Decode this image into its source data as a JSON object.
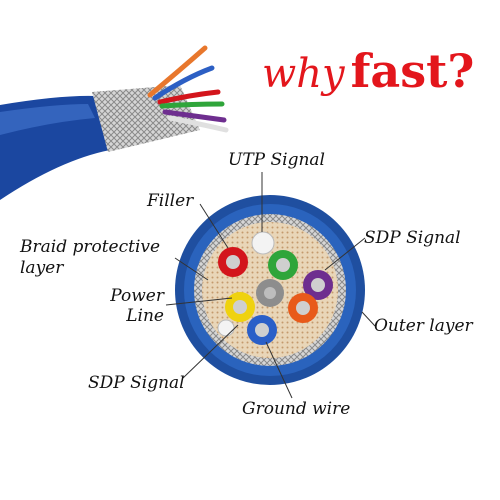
{
  "headline": {
    "part1": "why",
    "part2": "fast?"
  },
  "labels": {
    "utp_signal": "UTP Signal",
    "filler": "Filler",
    "sdp_signal_right": "SDP Signal",
    "braid_line1": "Braid protective",
    "braid_line2": "layer",
    "power_line1": "Power",
    "power_line2": "Line",
    "outer_layer": "Outer layer",
    "sdp_signal_left": "SDP Signal",
    "ground_wire": "Ground wire"
  },
  "colors": {
    "headline": "#e3161c",
    "jacket": "#1f4fa0",
    "braid": "#c9c9c9",
    "pair_red": "#d3151c",
    "pair_green": "#2fa53a",
    "pair_purple": "#6e2e8f",
    "pair_orange": "#e85a1a",
    "pair_yellow": "#efd20f",
    "pair_blue": "#2a5fc8",
    "pair_gray": "#8d8d8d",
    "pair_white": "#f3f3f3"
  },
  "icons": [
    "cable-photo",
    "cable-cross-section"
  ]
}
